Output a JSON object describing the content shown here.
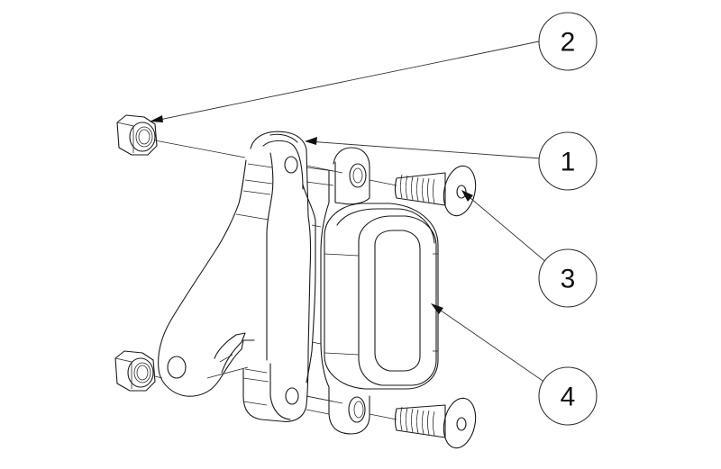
{
  "drawing": {
    "type": "exploded-assembly",
    "colors": {
      "line": "#1a1a1a",
      "background": "#ffffff"
    }
  },
  "balloons": [
    {
      "id": "balloon-2",
      "label": "2",
      "part": "nut-top"
    },
    {
      "id": "balloon-1",
      "label": "1",
      "part": "bracket"
    },
    {
      "id": "balloon-3",
      "label": "3",
      "part": "screw-top"
    },
    {
      "id": "balloon-4",
      "label": "4",
      "part": "rubber-pad"
    }
  ]
}
